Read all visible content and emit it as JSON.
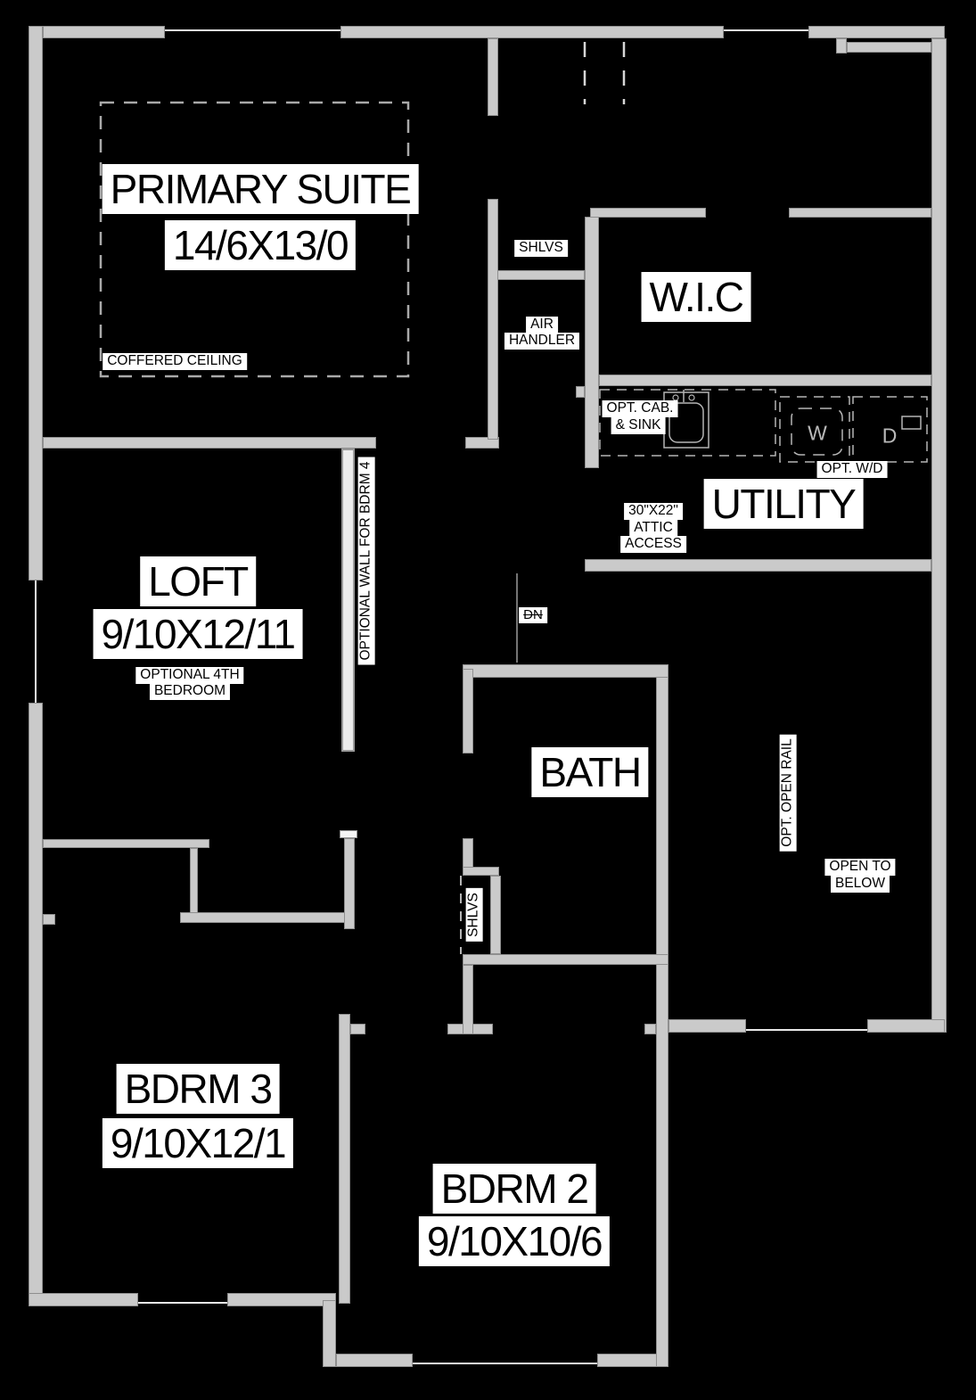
{
  "colors": {
    "background": "#000000",
    "wall_fill": "#cacaca",
    "wall_edge": "#8f8f8f",
    "optional_wall_fill": "#ececec",
    "label_bg": "#ffffff",
    "label_text": "#000000",
    "fixture_dash": "#b5b5b5"
  },
  "rooms": {
    "primary_suite": {
      "name": "PRIMARY SUITE",
      "dims": "14/6X13/0",
      "note": "COFFERED CEILING"
    },
    "wic": {
      "name": "W.I.C"
    },
    "utility": {
      "name": "UTILITY"
    },
    "loft": {
      "name": "LOFT",
      "dims": "9/10X12/11",
      "note_line1": "OPTIONAL 4TH",
      "note_line2": "BEDROOM"
    },
    "bath": {
      "name": "BATH"
    },
    "bdrm3": {
      "name": "BDRM 3",
      "dims": "9/10X12/1"
    },
    "bdrm2": {
      "name": "BDRM 2",
      "dims": "9/10X10/6"
    }
  },
  "annotations": {
    "shlvs_top": "SHLVS",
    "air_handler_line1": "AIR",
    "air_handler_line2": "HANDLER",
    "opt_cab_line1": "OPT. CAB.",
    "opt_cab_line2": "& SINK",
    "opt_wd": "OPT. W/D",
    "attic_line1": "30\"X22\"",
    "attic_line2": "ATTIC",
    "attic_line3": "ACCESS",
    "optional_wall": "OPTIONAL WALL FOR BDRM 4",
    "down": "DN",
    "shlvs_side": "SHLVS",
    "opt_open_rail": "OPT. OPEN RAIL",
    "open_below_line1": "OPEN TO",
    "open_below_line2": "BELOW",
    "washer": "W",
    "dryer": "D"
  }
}
